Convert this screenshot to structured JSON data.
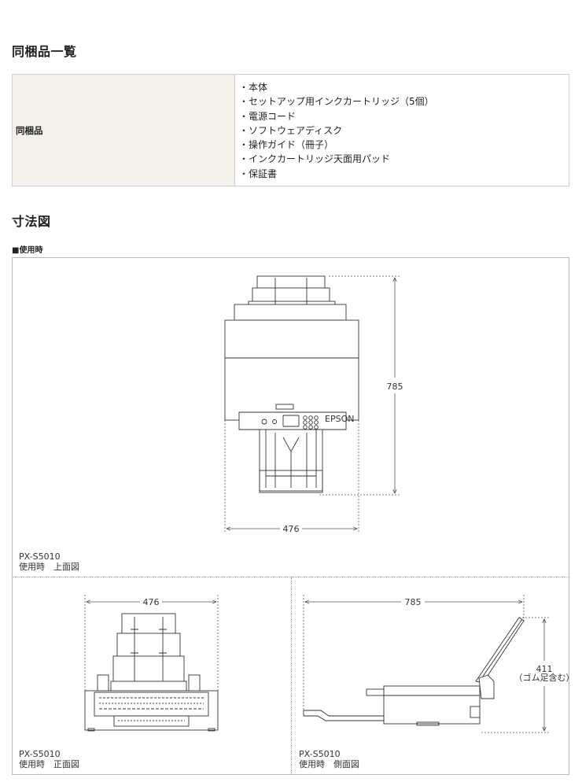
{
  "section_bundle": {
    "heading": "同梱品一覧",
    "row_label": "同梱品",
    "items": [
      "・本体",
      "・セットアップ用インクカートリッジ（5個）",
      "・電源コード",
      "・ソフトウェアディスク",
      "・操作ガイド（冊子）",
      "・インクカートリッジ天面用パッド",
      "・保証書"
    ]
  },
  "section_dims": {
    "heading": "寸法図",
    "subheading": "■使用時",
    "top_view": {
      "model": "PX-S5010",
      "caption": "使用時　上面図",
      "width": "476",
      "depth": "785"
    },
    "front_view": {
      "model": "PX-S5010",
      "caption": "使用時　正面図",
      "width": "476"
    },
    "side_view": {
      "model": "PX-S5010",
      "caption": "使用時　側面図",
      "depth": "785",
      "height": "411",
      "height_note": "（ゴム足含む）"
    },
    "brand_mark": "EPSON"
  }
}
